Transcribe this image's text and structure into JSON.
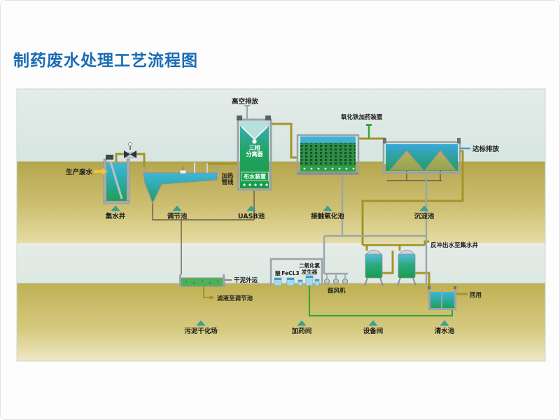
{
  "title": "制药废水处理工艺流程图",
  "colors": {
    "title_blue": "#1a6cb5",
    "pipe_olive": "#a59328",
    "pipe_gray": "#9aa6ab",
    "pipe_green": "#3aa43c",
    "discharge_blue": "#3f9fd0",
    "marker_teal": "#35a396",
    "sky": "#dde9e6",
    "ground": "#c0b056"
  },
  "labels": {
    "influent": "生产废水",
    "vent": "高空排放",
    "iron_doser": "氧化铁加药装置",
    "discharge": "达标排放",
    "backwash": "反冲出水至集水井",
    "reuse": "回用",
    "dry_sludge": "干泥外运",
    "filtrate": "滤液至调节池",
    "heating_1": "加热",
    "heating_2": "管线"
  },
  "units": {
    "collection_well": "集水井",
    "regulation_tank": "调节池",
    "uasb_tank": "UASB池",
    "contact_oxidation_tank": "接触氧化池",
    "sedimentation_tank": "沉淀池",
    "sludge_drying_field": "污泥干化场",
    "dosing_room": "加药间",
    "equipment_room": "设备间",
    "clear_water_tank": "清水池",
    "blower": "鼓风机"
  },
  "uasb": {
    "separator_1": "三相",
    "separator_2": "分离器",
    "distributor": "布水装置"
  },
  "dosing": {
    "acid": "酸",
    "fecl3": "FeCL3",
    "clo2_1": "二氧化氯",
    "clo2_2": "发生器"
  }
}
